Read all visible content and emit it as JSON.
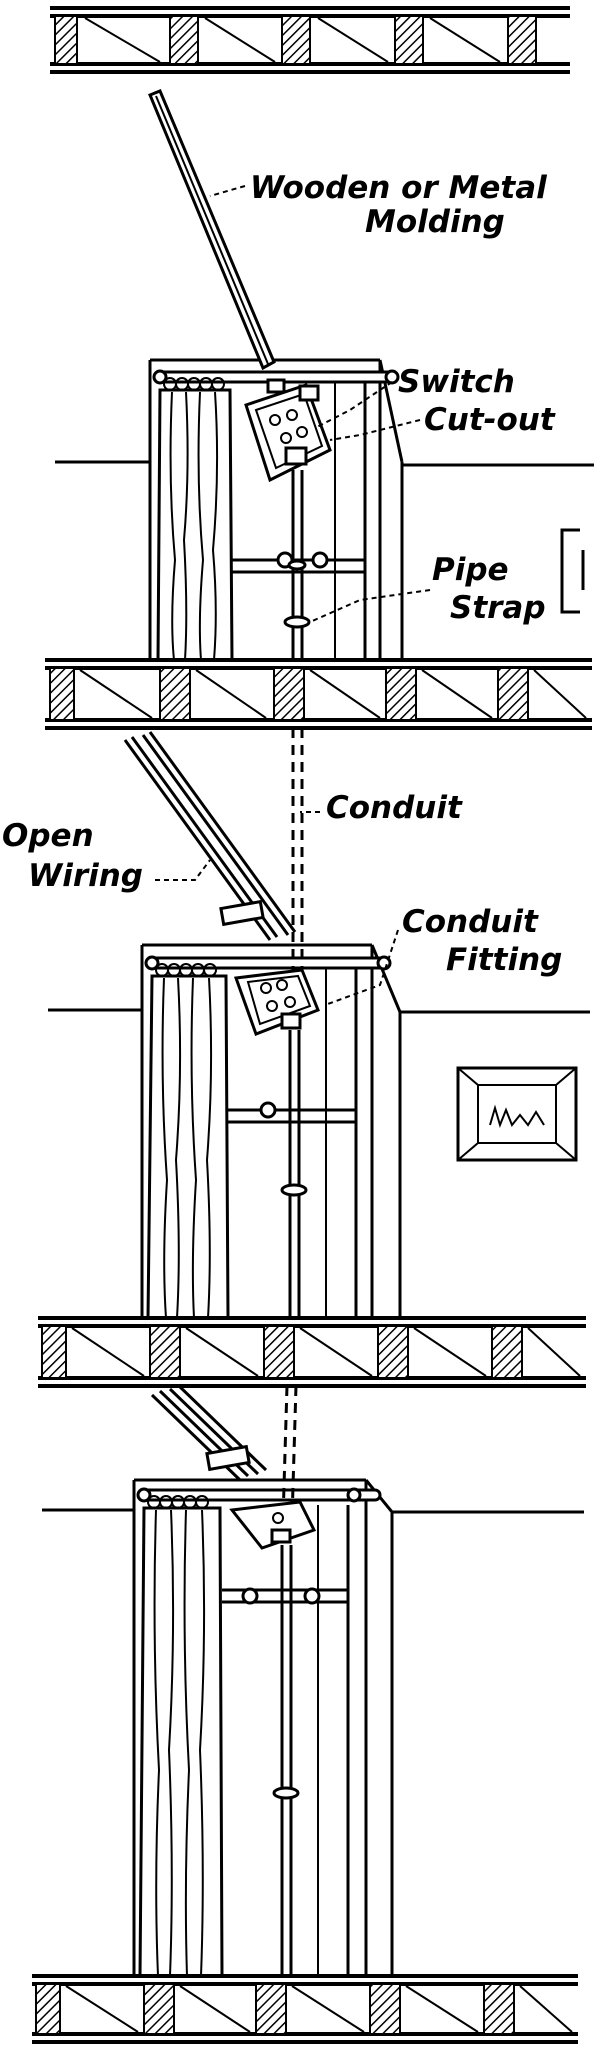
{
  "labels": {
    "molding_1": "Wooden or Metal",
    "molding_2": "Molding",
    "switch": "Switch",
    "cutout": "Cut-out",
    "pipe_strap_1": "Pipe",
    "pipe_strap_2": "Strap",
    "conduit": "Conduit",
    "open_wiring_1": "Open",
    "open_wiring_2": "Wiring",
    "conduit_fitting_1": "Conduit",
    "conduit_fitting_2": "Fitting"
  }
}
